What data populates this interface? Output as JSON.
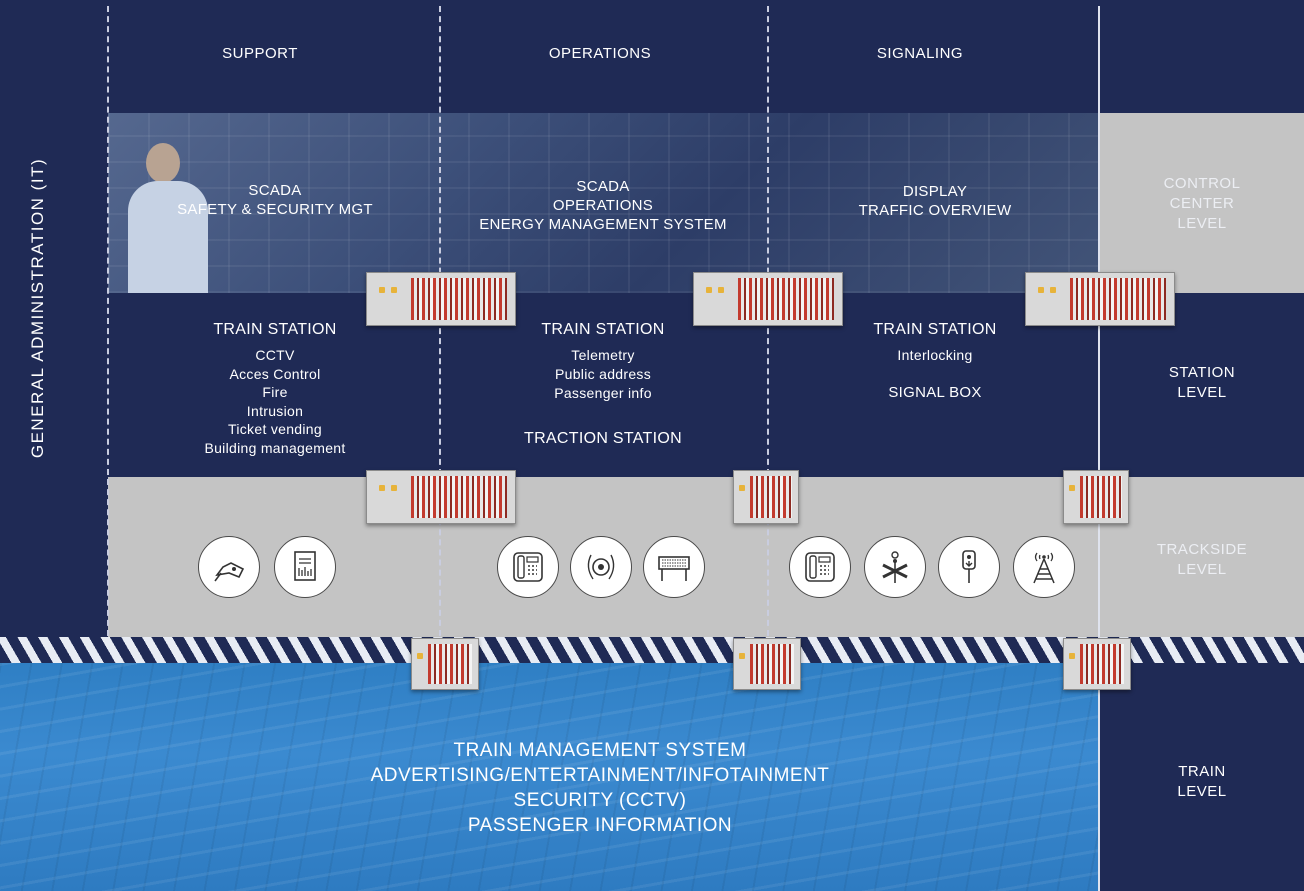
{
  "columns": {
    "support": "SUPPORT",
    "operations": "OPERATIONS",
    "signaling": "SIGNALING"
  },
  "side_label": "GENERAL ADMINISTRATION (IT)",
  "levels": {
    "control_center": [
      "CONTROL",
      "CENTER",
      "LEVEL"
    ],
    "station": [
      "STATION",
      "LEVEL"
    ],
    "trackside": [
      "TRACKSIDE",
      "LEVEL"
    ],
    "train": [
      "TRAIN",
      "LEVEL"
    ]
  },
  "control_center": {
    "support": [
      "SCADA",
      "SAFETY & SECURITY MGT"
    ],
    "operations": [
      "SCADA",
      "OPERATIONS",
      "ENERGY MANAGEMENT SYSTEM"
    ],
    "signaling": [
      "DISPLAY",
      "TRAFFIC OVERVIEW"
    ]
  },
  "station": {
    "support": {
      "title": "TRAIN STATION",
      "items": [
        "CCTV",
        "Acces Control",
        "Fire",
        "Intrusion",
        "Ticket vending",
        "Building management"
      ]
    },
    "operations": {
      "title": "TRAIN STATION",
      "items": [
        "Telemetry",
        "Public address",
        "Passenger info"
      ],
      "extra": "TRACTION STATION"
    },
    "signaling": {
      "title": "TRAIN STATION",
      "items": [
        "Interlocking"
      ],
      "extra": "SIGNAL BOX"
    }
  },
  "trackside_icons": {
    "support": [
      "cctv-camera-icon",
      "ticket-machine-icon"
    ],
    "operations": [
      "telephone-icon",
      "loudspeaker-icon",
      "display-board-icon"
    ],
    "signaling": [
      "telephone-icon",
      "level-crossing-icon",
      "railway-signal-icon",
      "radio-tower-icon"
    ]
  },
  "train": [
    "TRAIN MANAGEMENT SYSTEM",
    "ADVERTISING/ENTERTAINMENT/INFOTAINMENT",
    "SECURITY (CCTV)",
    "PASSENGER INFORMATION"
  ],
  "colors": {
    "navy": "#1f2a55",
    "grey": "#c4c4c4",
    "train_blue": "#3485c9",
    "trackside_text": "#eceef3"
  }
}
